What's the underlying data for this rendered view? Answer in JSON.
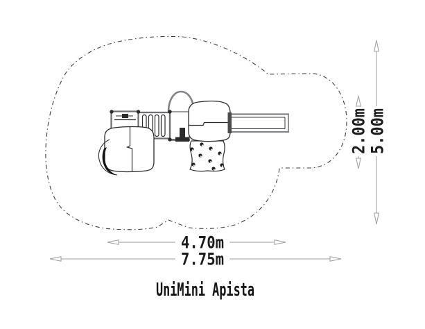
{
  "title": "UniMini Apista",
  "dimensions": {
    "inner_width": "4.70m",
    "outer_width": "7.75m",
    "inner_depth": "2.00m",
    "outer_depth": "5.00m"
  },
  "colors": {
    "structure_gray": "#77787b",
    "detail_black": "#2b2b2b",
    "dimension_line_gray": "#9b9da0",
    "label_text": "#1c1c1e",
    "background": "#ffffff"
  },
  "drawing_parts": [
    "safety-zone-outline",
    "platform-deck",
    "activity-panel",
    "slatted-bridge",
    "arch-roof",
    "entry-step",
    "playhouse-roof",
    "curved-slide-exit",
    "tower-roof",
    "climbing-wall",
    "straight-slide"
  ]
}
